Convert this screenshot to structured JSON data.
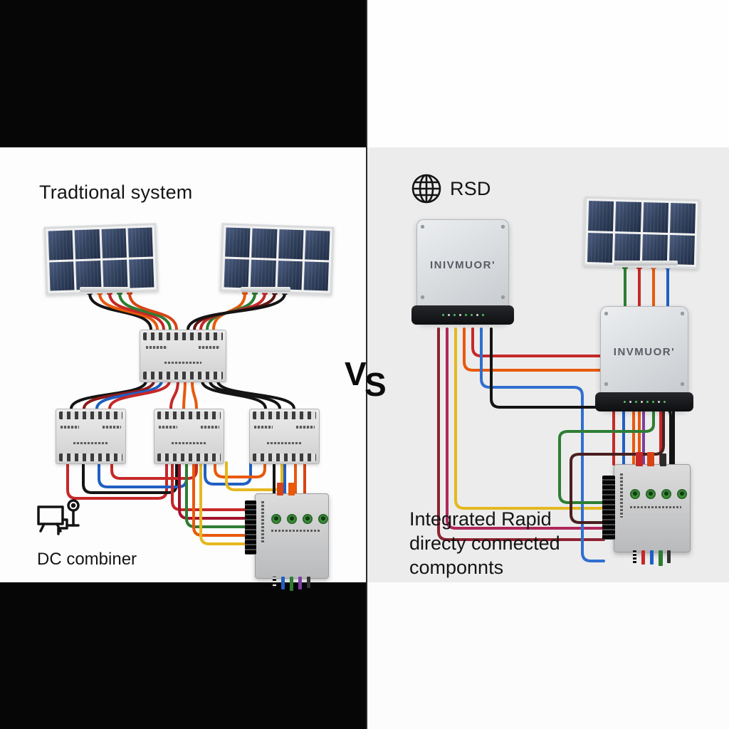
{
  "left": {
    "title": "Tradtional system",
    "caption": "DC combiner"
  },
  "right": {
    "badge_label": "RSD",
    "inverter1_label": "INIVMUOR'",
    "inverter2_label": "INVMUOR'",
    "caption_line1": "Integrated Rapid",
    "caption_line2": "directy connected",
    "caption_line3": "componnts"
  },
  "vs": {
    "v": "V",
    "s": "S"
  },
  "icons": {
    "globe": "globe-icon",
    "dc_combiner": "dc-combiner-icon"
  },
  "colors": {
    "band": "#060606",
    "left_bg": "#fdfdfd",
    "right_bg": "#ececec",
    "divider": "#2b2b2b",
    "wire_black": "#141414",
    "wire_red": "#c62828",
    "wire_orange": "#e8590c",
    "wire_green": "#2e7d32",
    "wire_blue": "#1f5fc4",
    "wire_yellow": "#e5b81f",
    "wire_maroon": "#8c2332",
    "wire_magenta": "#b0275a",
    "wire_purple": "#7b3fa0",
    "panel_cell": "#2d3c5a"
  }
}
